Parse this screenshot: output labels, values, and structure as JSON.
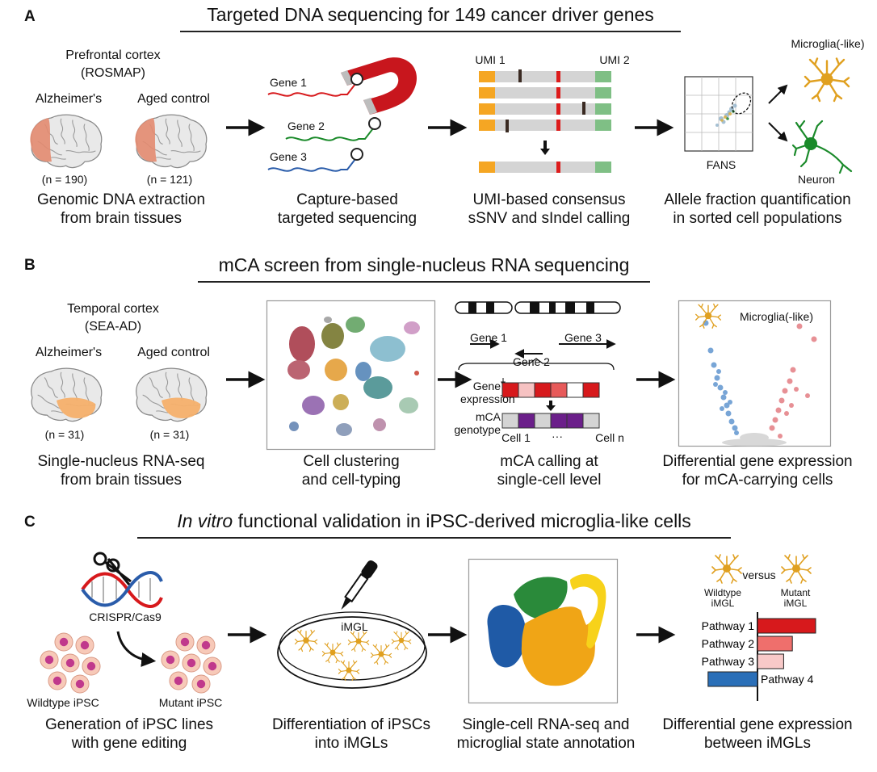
{
  "panels": {
    "a": {
      "letter": "A",
      "title": "Targeted DNA sequencing for 149 cancer driver genes",
      "region": "Prefrontal cortex",
      "cohort": "(ROSMAP)",
      "group_left": "Alzheimer's",
      "group_right": "Aged control",
      "n_left": "(n = 190)",
      "n_right": "(n = 121)",
      "gene1": "Gene 1",
      "gene2": "Gene 2",
      "gene3": "Gene 3",
      "umi1": "UMI 1",
      "umi2": "UMI 2",
      "fans": "FANS",
      "microglia": "Microglia(-like)",
      "neuron": "Neuron",
      "captions": [
        [
          "Genomic DNA extraction",
          "from brain tissues"
        ],
        [
          "Capture-based",
          "targeted sequencing"
        ],
        [
          "UMI-based consensus",
          "sSNV and sIndel calling"
        ],
        [
          "Allele fraction quantification",
          "in sorted cell populations"
        ]
      ]
    },
    "b": {
      "letter": "B",
      "title": "mCA screen from single-nucleus RNA sequencing",
      "region": "Temporal cortex",
      "cohort": "(SEA-AD)",
      "group_left": "Alzheimer's",
      "group_right": "Aged control",
      "n_left": "(n = 31)",
      "n_right": "(n = 31)",
      "gene1": "Gene 1",
      "gene2": "Gene 2",
      "gene3": "Gene 3",
      "gene_expr_1": "Gene",
      "gene_expr_2": "expression",
      "mca_geno_1": "mCA",
      "mca_geno_2": "genotype",
      "cell1": "Cell 1",
      "dots": "···",
      "celln": "Cell n",
      "microglia": "Microglia(-like)",
      "captions": [
        [
          "Single-nucleus RNA-seq",
          "from brain tissues"
        ],
        [
          "Cell clustering",
          "and cell-typing"
        ],
        [
          "mCA calling at",
          "single-cell level"
        ],
        [
          "Differential gene expression",
          "for mCA-carrying cells"
        ]
      ]
    },
    "c": {
      "letter": "C",
      "title_italic": "In vitro",
      "title_rest": " functional validation in iPSC-derived microglia-like cells",
      "crispr": "CRISPR/Cas9",
      "wt_ipsc": "Wildtype iPSC",
      "mut_ipsc": "Mutant iPSC",
      "imgl": "iMGL",
      "versus": "versus",
      "wt_imgl_1": "Wildtype",
      "wt_imgl_2": "iMGL",
      "mut_imgl_1": "Mutant",
      "mut_imgl_2": "iMGL",
      "pathways": [
        "Pathway 1",
        "Pathway 2",
        "Pathway 3",
        "Pathway 4"
      ],
      "captions": [
        [
          "Generation of iPSC lines",
          "with gene editing"
        ],
        [
          "Differentiation of iPSCs",
          "into iMGLs"
        ],
        [
          "Single-cell RNA-seq and",
          "microglial state annotation"
        ],
        [
          "Differential gene expression",
          "between iMGLs"
        ]
      ]
    }
  },
  "chart_data": {
    "type": "bar",
    "categories": [
      "Pathway 1",
      "Pathway 2",
      "Pathway 3",
      "Pathway 4"
    ],
    "values": [
      1.0,
      0.6,
      0.45,
      -0.85
    ],
    "colors": [
      "#d7191c",
      "#ef6f6c",
      "#f8c9c8",
      "#2a6fb8"
    ]
  },
  "colors": {
    "brain_highlight_a": "#e38b70",
    "brain_highlight_b": "#f5b06c",
    "microglia": "#e0a020",
    "neuron": "#1a8a2a",
    "umi1": "#f5a623",
    "umi2": "#7fbf85",
    "mutation_red": "#dd1c1c",
    "magnet_red": "#c8161d"
  }
}
